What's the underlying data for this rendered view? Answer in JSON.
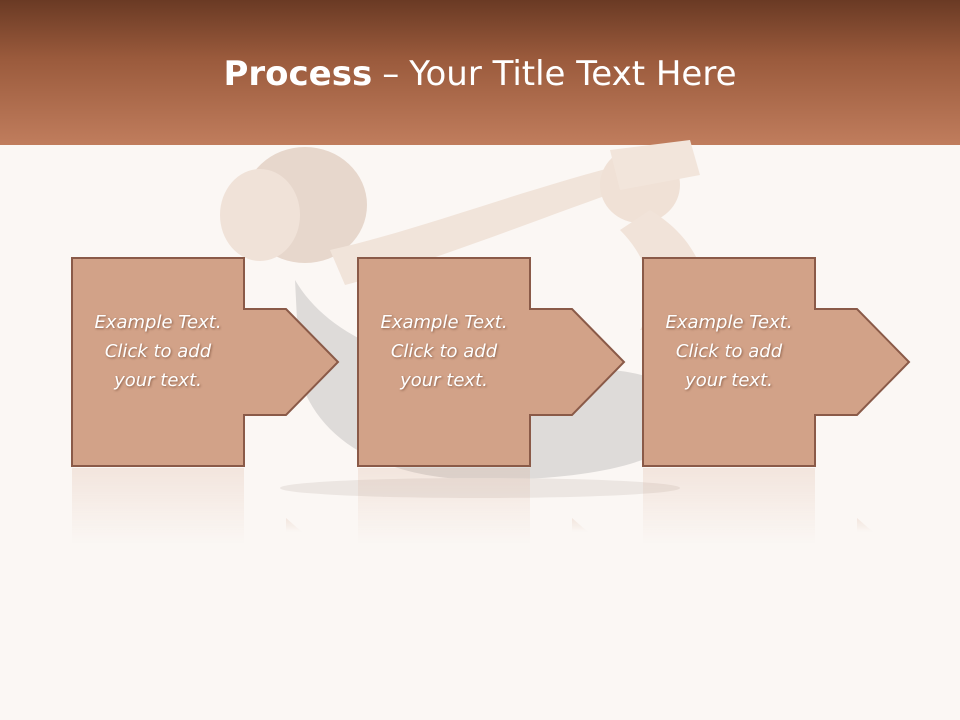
{
  "slide": {
    "title_bold": "Process",
    "title_separator": "–",
    "title_rest": "Your Title Text Here"
  },
  "steps": [
    {
      "line1": "Example Text.",
      "line2": "Click  to add",
      "line3": "your text."
    },
    {
      "line1": "Example Text.",
      "line2": "Click  to add",
      "line3": "your text."
    },
    {
      "line1": "Example Text.",
      "line2": "Click  to add",
      "line3": "your text."
    }
  ],
  "colors": {
    "header_top": "#6a3a24",
    "header_bottom": "#c07d5d",
    "shape_fill": "#d2a288",
    "shape_stroke": "#8a5a48",
    "background": "#fbf7f4"
  }
}
